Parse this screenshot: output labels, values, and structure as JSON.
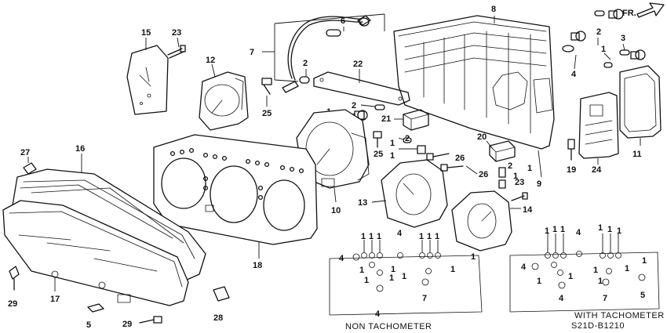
{
  "figure": {
    "code": "S21D-B1210",
    "direction_label": "FR.",
    "captions": {
      "non_tach": "NON TACHOMETER",
      "with_tach": "WITH TACHOMETER"
    }
  },
  "callouts": {
    "c1": "1",
    "c2": "2",
    "c3": "3",
    "c4": "4",
    "c5": "5",
    "c6": "6",
    "c7": "7",
    "c8": "8",
    "c9": "9",
    "c10": "10",
    "c11": "11",
    "c12": "12",
    "c13": "13",
    "c14": "14",
    "c15": "15",
    "c16": "16",
    "c17": "17",
    "c18": "18",
    "c19": "19",
    "c20": "20",
    "c21": "21",
    "c22": "22",
    "c23": "23",
    "c24": "24",
    "c25": "25",
    "c26": "26",
    "c27": "27",
    "c28": "28",
    "c29": "29"
  }
}
